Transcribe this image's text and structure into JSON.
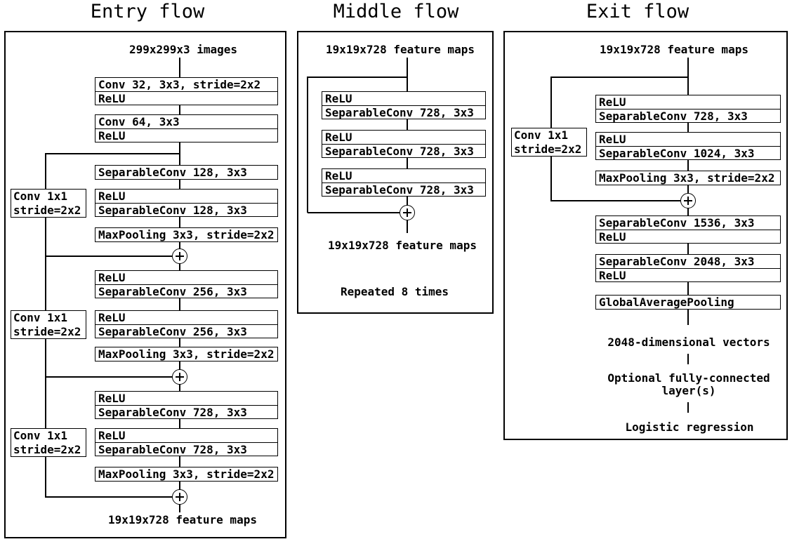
{
  "diagram": {
    "entry": {
      "title": "Entry flow",
      "input_label": "299x299x3 images",
      "output_label": "19x19x728 feature maps",
      "stem_boxes": [
        [
          "Conv 32, 3x3, stride=2x2",
          "ReLU"
        ],
        [
          "Conv 64, 3x3",
          "ReLU"
        ]
      ],
      "blocks": [
        {
          "shortcut": [
            "Conv 1x1",
            "stride=2x2"
          ],
          "boxes": [
            [
              "SeparableConv 128, 3x3"
            ],
            [
              "ReLU",
              "SeparableConv 128, 3x3"
            ],
            [
              "MaxPooling 3x3, stride=2x2"
            ]
          ]
        },
        {
          "shortcut": [
            "Conv 1x1",
            "stride=2x2"
          ],
          "boxes": [
            [
              "ReLU",
              "SeparableConv 256, 3x3"
            ],
            [
              "ReLU",
              "SeparableConv 256, 3x3"
            ],
            [
              "MaxPooling 3x3, stride=2x2"
            ]
          ]
        },
        {
          "shortcut": [
            "Conv 1x1",
            "stride=2x2"
          ],
          "boxes": [
            [
              "ReLU",
              "SeparableConv 728, 3x3"
            ],
            [
              "ReLU",
              "SeparableConv 728, 3x3"
            ],
            [
              "MaxPooling 3x3, stride=2x2"
            ]
          ]
        }
      ]
    },
    "middle": {
      "title": "Middle flow",
      "input_label": "19x19x728 feature maps",
      "boxes": [
        [
          "ReLU",
          "SeparableConv 728, 3x3"
        ],
        [
          "ReLU",
          "SeparableConv 728, 3x3"
        ],
        [
          "ReLU",
          "SeparableConv 728, 3x3"
        ]
      ],
      "output_label": "19x19x728 feature maps",
      "note": "Repeated 8 times"
    },
    "exit": {
      "title": "Exit flow",
      "input_label": "19x19x728 feature maps",
      "shortcut": [
        "Conv 1x1",
        "stride=2x2"
      ],
      "boxes": [
        [
          "ReLU",
          "SeparableConv 728, 3x3"
        ],
        [
          "ReLU",
          "SeparableConv 1024, 3x3"
        ],
        [
          "MaxPooling 3x3, stride=2x2"
        ]
      ],
      "post_boxes": [
        [
          "SeparableConv 1536, 3x3",
          "ReLU"
        ],
        [
          "SeparableConv 2048, 3x3",
          "ReLU"
        ],
        [
          "GlobalAveragePooling"
        ]
      ],
      "tail_labels": [
        "2048-dimensional vectors",
        "Optional fully-connected",
        "layer(s)",
        "Logistic regression"
      ]
    },
    "icons": {
      "merge_add": "plus-in-circle"
    },
    "colors": {
      "ink": "#000000",
      "background": "#ffffff"
    }
  }
}
